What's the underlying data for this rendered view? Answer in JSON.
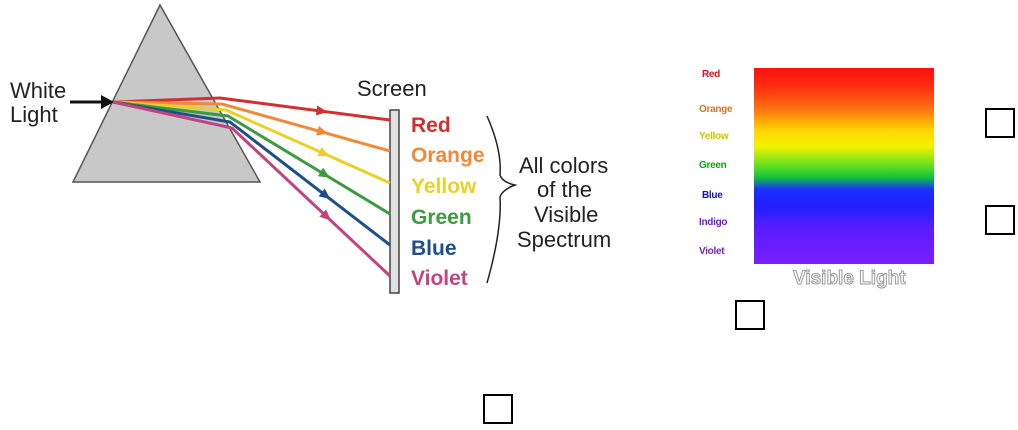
{
  "prism_diagram": {
    "input_label_line1": "White",
    "input_label_line2": "Light",
    "screen_label": "Screen",
    "colors": [
      {
        "name": "Red",
        "hex": "#d32f2f"
      },
      {
        "name": "Orange",
        "hex": "#f08a3a"
      },
      {
        "name": "Yellow",
        "hex": "#e9d12a"
      },
      {
        "name": "Green",
        "hex": "#3e9b42"
      },
      {
        "name": "Blue",
        "hex": "#1f4f8a"
      },
      {
        "name": "Violet",
        "hex": "#c2447e"
      }
    ],
    "summary_line1": "All colors",
    "summary_line2": "of the",
    "summary_line3": "Visible",
    "summary_line4": "Spectrum"
  },
  "spectrum_panel": {
    "labels": [
      {
        "name": "Red",
        "hex": "#e01010"
      },
      {
        "name": "Orange",
        "hex": "#e07020"
      },
      {
        "name": "Yellow",
        "hex": "#c8c800"
      },
      {
        "name": "Green",
        "hex": "#10a010"
      },
      {
        "name": "Blue",
        "hex": "#1010d0"
      },
      {
        "name": "Indigo",
        "hex": "#6a20c0"
      },
      {
        "name": "Violet",
        "hex": "#7a20c0"
      }
    ],
    "caption": "Visible Light"
  },
  "checkboxes": [
    {
      "name": "checkbox-right-top",
      "checked": false
    },
    {
      "name": "checkbox-right-middle",
      "checked": false
    },
    {
      "name": "checkbox-under-spectrum",
      "checked": false
    },
    {
      "name": "checkbox-bottom-center",
      "checked": false
    }
  ]
}
